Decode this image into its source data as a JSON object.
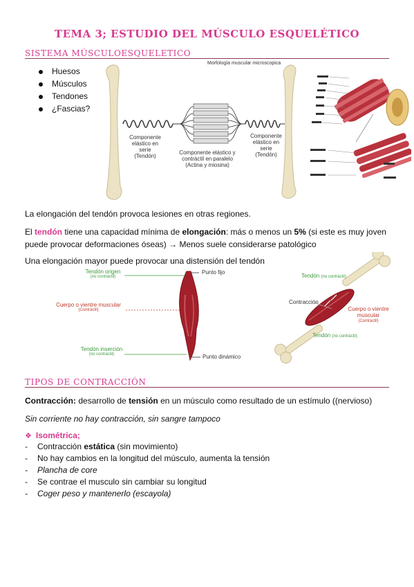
{
  "title": "TEMA 3; ESTUDIO DEL MÚSCULO ESQUELÉTICO",
  "section1": {
    "heading": "SISTEMA MÚSCULOESQUELETICO",
    "bullets": [
      "Huesos",
      "Músculos",
      "Tendones",
      "¿Fascias?"
    ],
    "figure1": {
      "caption": "Morfología muscular microscopica",
      "left_component": "Componente elástico en serie (Tendón)",
      "left_line1": "Componente",
      "left_line2": "elástico en",
      "left_line3": "serie",
      "left_line4": "(Tendón)",
      "center_line1": "Componente elástico y",
      "center_line2": "contráctil en paralelo",
      "center_line3": "(Actina y miosina)",
      "right_line1": "Componente",
      "right_line2": "elástico en",
      "right_line3": "serie",
      "right_line4": "(Tendón)"
    },
    "para1": "La elongación del tendón provoca lesiones en otras regiones.",
    "para2_a": "El ",
    "para2_tendon": "tendón",
    "para2_b": " tiene una capacidad mínima de ",
    "para2_elong": "elongación",
    "para2_c": ": más o menos un ",
    "para2_pct": "5%",
    "para2_d": " (si este es muy joven",
    "para2_line2": "puede provocar deformaciones óseas) → Menos suele considerarse patológico",
    "para3": "Una elongación mayor puede provocar una distensión del tendón",
    "figure2": {
      "tendon_origen": "Tendón origen",
      "no_contractil_1": "(no contráctil)",
      "cuerpo": "Cuerpo o vientre muscular",
      "contractil": "(Contráctil)",
      "tendon_insercion": "Tendón inserción",
      "no_contractil_2": "(no contráctil)",
      "punto_fijo": "Punto fijo",
      "punto_dinamico": "Punto dinámico",
      "tendon_r1": "Tendón",
      "tendon_r1_sub": "(no contráctil)",
      "contraccion": "Contracción",
      "cuerpo_r": "Cuerpo o vientre muscular",
      "contractil_r": "(Contráctil)",
      "tendon_r2": "Tendón",
      "tendon_r2_sub": "(no contráctil)"
    }
  },
  "section2": {
    "heading": "TIPOS DE CONTRACCIÓN",
    "def_label": "Contracción:",
    "def_a": " desarrollo de ",
    "def_tension": "tensión",
    "def_b": " en un músculo como resultado de un estímulo ((nervioso)",
    "note": "Sin corriente no hay contracción, sin sangre tampoco",
    "iso_title": "Isométrica;",
    "items": [
      {
        "pre": "Contracción ",
        "bold": "estática",
        "post": " (sin movimiento)",
        "style": "normal"
      },
      {
        "pre": "No hay cambios en la longitud del músculo, aumenta la tensión",
        "bold": "",
        "post": "",
        "style": "normal"
      },
      {
        "pre": "Plancha de core",
        "bold": "",
        "post": "",
        "style": "italic"
      },
      {
        "pre": "Se contrae el musculo sin cambiar su longitud",
        "bold": "",
        "post": "",
        "style": "normal"
      },
      {
        "pre": "Coger peso y mantenerlo (escayola)",
        "bold": "",
        "post": "",
        "style": "italic"
      }
    ]
  },
  "colors": {
    "accent": "#d63b8f",
    "muscle": "#a3202a",
    "bone": "#ece3c4",
    "green": "#3a9a3a"
  }
}
